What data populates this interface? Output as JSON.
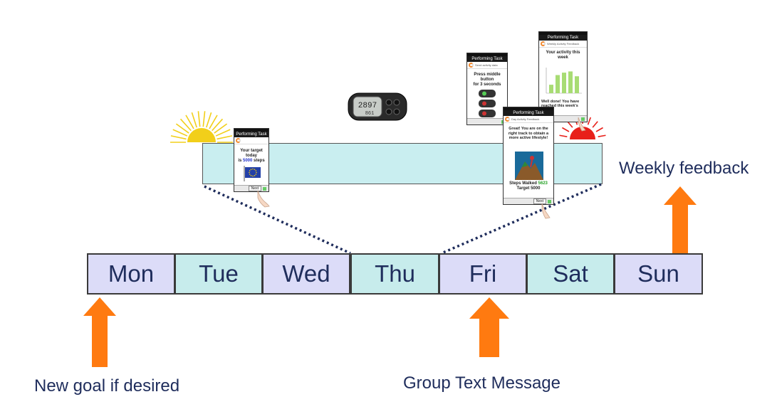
{
  "days": [
    {
      "label": "Mon",
      "color": "#dcdcf8"
    },
    {
      "label": "Tue",
      "color": "#c7ecec"
    },
    {
      "label": "Wed",
      "color": "#dcdcf8"
    },
    {
      "label": "Thu",
      "color": "#c7ecec"
    },
    {
      "label": "Fri",
      "color": "#dcdcf8"
    },
    {
      "label": "Sat",
      "color": "#c7ecec"
    },
    {
      "label": "Sun",
      "color": "#dcdcf8"
    }
  ],
  "captions": {
    "weekly_feedback": "Weekly feedback",
    "new_goal": "New goal if desired",
    "group_text": "Group Text Message"
  },
  "colors": {
    "arrow": "#ff7a10",
    "text": "#1f2d5c",
    "dotted_line": "#1f2d5c",
    "sun": "#f2cf1a",
    "sunset": "#e8201a",
    "daybar": "#c9eef0"
  },
  "icons": [
    "sunrise-icon",
    "sunset-icon",
    "pedometer-icon",
    "hand-pointer-icon"
  ],
  "phones": {
    "target": {
      "title": "Performing Task",
      "line1": "Your target today",
      "line2_pre": "is ",
      "steps": "5000",
      "line2_post": " steps",
      "button": "Next"
    },
    "send_data": {
      "title": "Performing Task",
      "subtitle": "Send activity data",
      "line1": "Press middle button",
      "line2": "for 3 seconds"
    },
    "day_feedback": {
      "title": "Performing Task",
      "subtitle": "Day Activity Feedback",
      "message": "Great! You are on the right track to obtain a more active lifestyle!",
      "walked_label": "Steps Walked ",
      "walked_value": "5623",
      "target_label": "Target ",
      "target_value": "5000",
      "button": "Next"
    },
    "weekly_feedback": {
      "title": "Performing Task",
      "subtitle": "Weekly Activity Feedback",
      "heading": "Your activity this week",
      "message": "Well done! You have reached this week's goal!",
      "bar_levels": [
        0.35,
        0.75,
        0.85,
        0.9,
        0.7
      ]
    }
  }
}
